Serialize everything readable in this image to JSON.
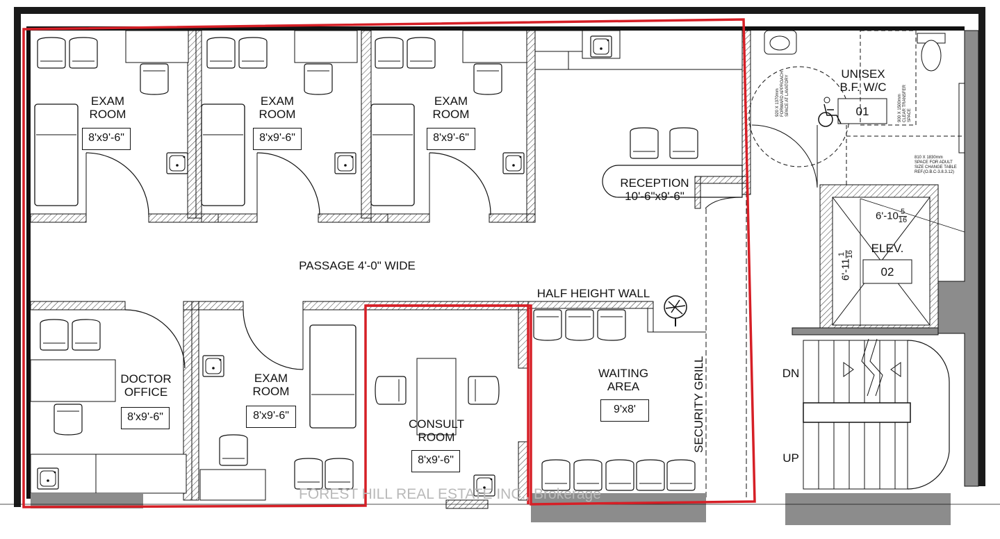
{
  "rooms": {
    "exam1": {
      "name_line1": "EXAM",
      "name_line2": "ROOM",
      "size": "8'x9'-6\""
    },
    "exam2": {
      "name_line1": "EXAM",
      "name_line2": "ROOM",
      "size": "8'x9'-6\""
    },
    "exam3": {
      "name_line1": "EXAM",
      "name_line2": "ROOM",
      "size": "8'x9'-6\""
    },
    "exam4": {
      "name_line1": "EXAM",
      "name_line2": "ROOM",
      "size": "8'x9'-6\""
    },
    "doctor": {
      "name_line1": "DOCTOR",
      "name_line2": "OFFICE",
      "size": "8'x9'-6\""
    },
    "consult": {
      "name_line1": "CONSULT",
      "name_line2": "ROOM",
      "size": "8'x9'-6\""
    },
    "waiting": {
      "name_line1": "WAITING",
      "name_line2": "AREA",
      "size": "9'x8'"
    },
    "reception": {
      "name": "RECEPTION",
      "size": "10'-6\"x9'-6\""
    },
    "washroom": {
      "name_line1": "UNISEX",
      "name_line2": "B.F. W/C",
      "number": "01"
    },
    "elevator": {
      "name": "ELEV.",
      "number": "02",
      "width": "6'-10",
      "width_num": "5",
      "width_den": "16",
      "depth": "6'-11",
      "depth_num": "1",
      "depth_den": "16"
    }
  },
  "labels": {
    "passage": "PASSAGE 4'-0\" WIDE",
    "half_wall": "HALF  HEIGHT WALL",
    "security_grill": "SECURITY GRILL",
    "stair_down": "DN",
    "stair_up": "UP"
  },
  "notes": {
    "lavatory_approach": [
      "920 X 1370mm",
      "FORWARD APPROACH",
      "SPACE AT LAVATORY"
    ],
    "transfer_space": [
      "900 X 1500mm",
      "CLEAR TRANSFER",
      "SPACE"
    ],
    "change_table": [
      "810 X 1830mm",
      "SPACE FOR ADULT",
      "SIZE CHANGE TABLE",
      "REF.(O.B.C-3.8.3.12)"
    ]
  },
  "watermark": "FOREST HILL REAL ESTATE INC., Brokerage",
  "colors": {
    "outline": "#d61f26",
    "wall": "#111111",
    "hatch": "#444444",
    "shade": "#8c8c8c"
  },
  "icons": [
    "accessibility-icon",
    "plant-icon",
    "sink-icon",
    "chair-icon",
    "toilet-icon"
  ]
}
